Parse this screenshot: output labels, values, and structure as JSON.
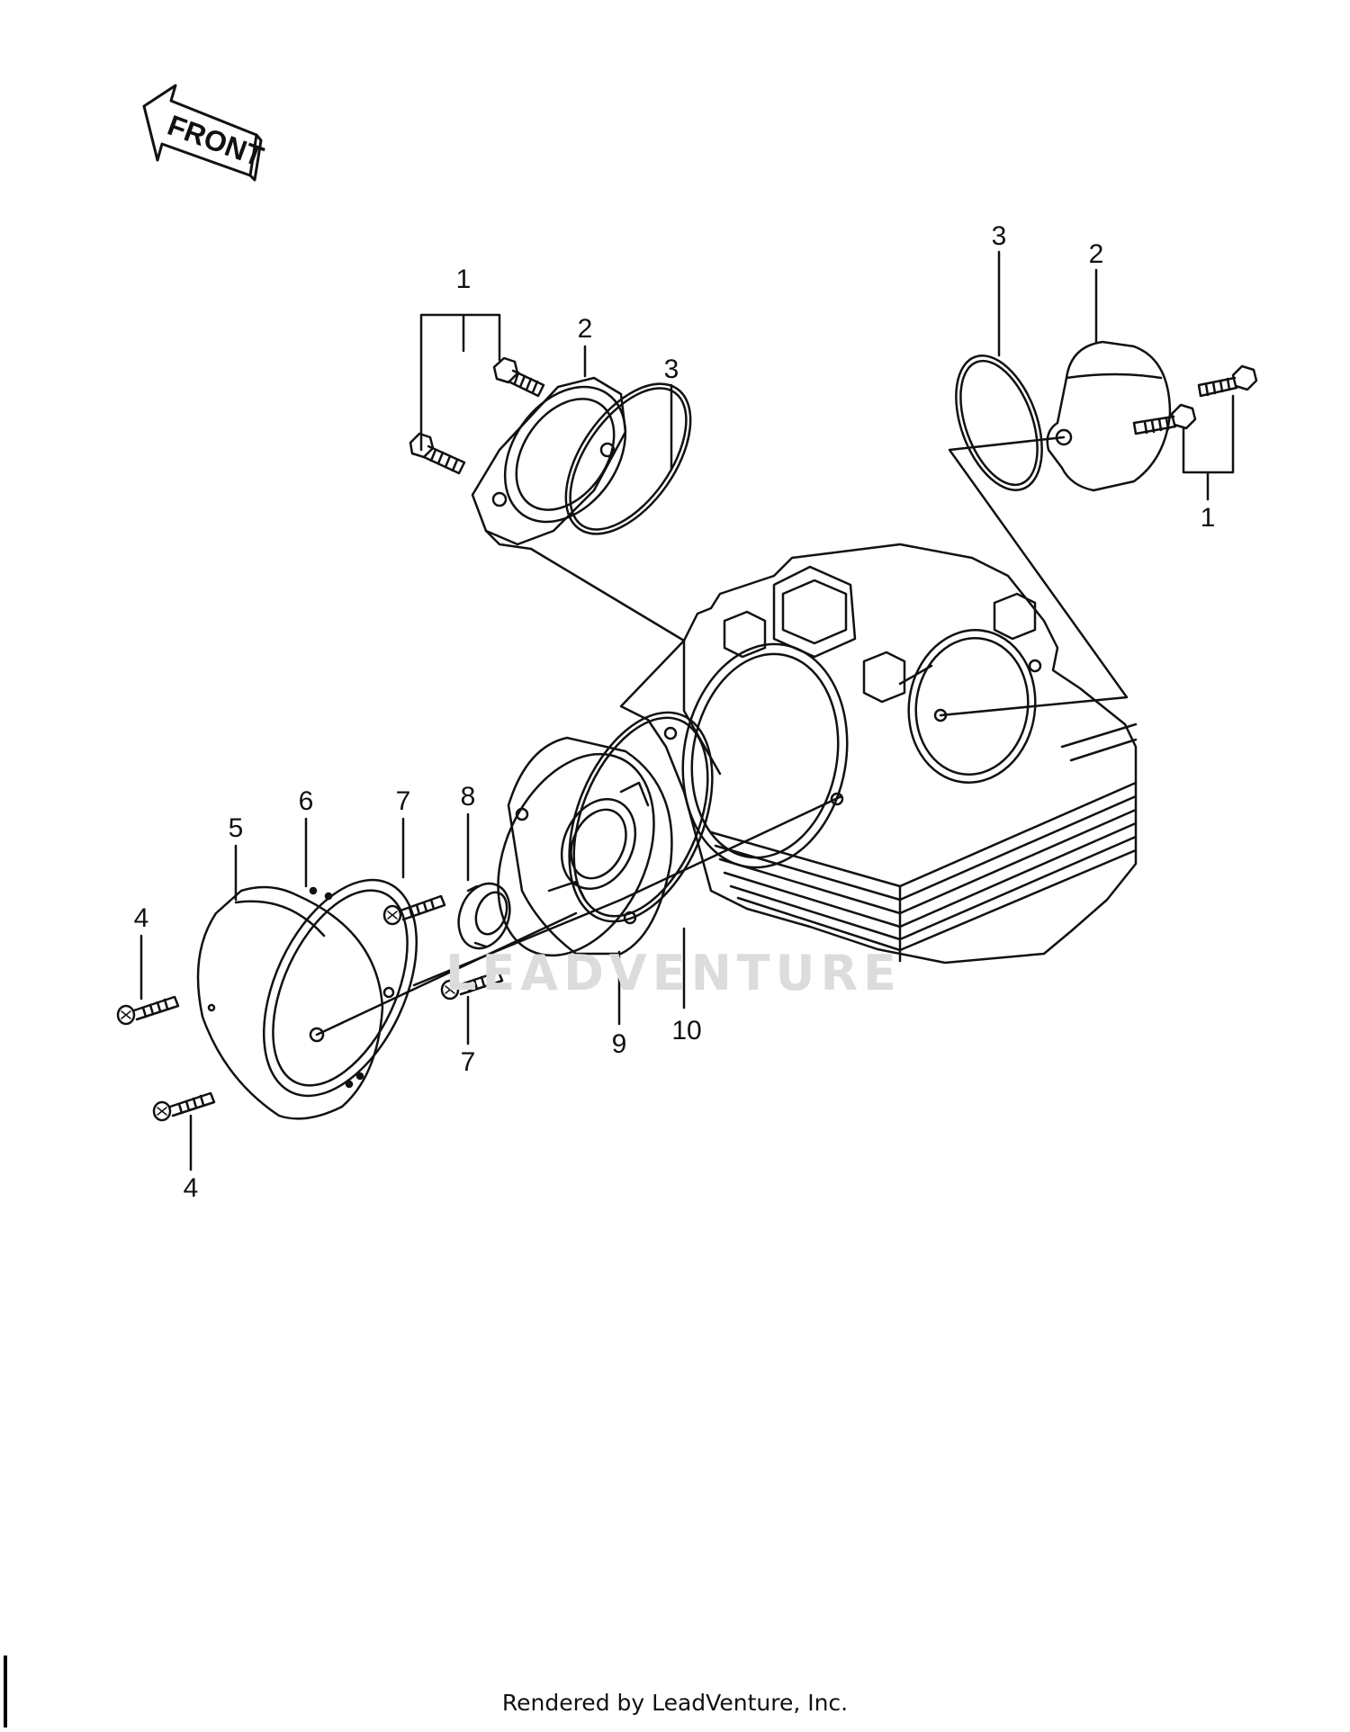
{
  "front_arrow_label": "FRONT",
  "watermark": "LEADVENTURE",
  "footer": "Rendered by LeadVenture, Inc.",
  "callouts": {
    "c1_top": "1",
    "c2_top": "2",
    "c3_top": "3",
    "c3_right": "3",
    "c2_right": "2",
    "c1_right": "1",
    "c4_upper": "4",
    "c4_lower": "4",
    "c5": "5",
    "c6": "6",
    "c7_upper": "7",
    "c7_lower": "7",
    "c8": "8",
    "c9": "9",
    "c10": "10"
  },
  "colors": {
    "ink": "#111111",
    "watermark": "#dcdcdc",
    "background": "#ffffff"
  }
}
